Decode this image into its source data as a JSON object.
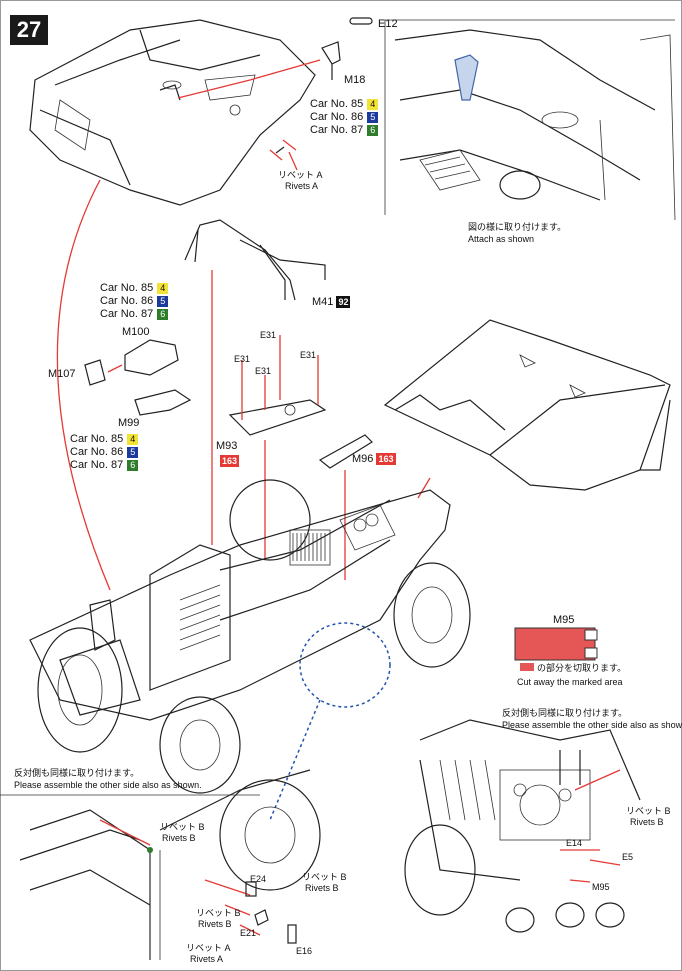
{
  "step": {
    "number": "27"
  },
  "top_left": {
    "part_e12": "E12",
    "part_m18": "M18",
    "car_list": [
      {
        "label": "Car No. 85",
        "code": "4",
        "color": "#f2e234"
      },
      {
        "label": "Car No. 86",
        "code": "5",
        "color": "#1c3a9c"
      },
      {
        "label": "Car No. 87",
        "code": "6",
        "color": "#2e7c2c"
      }
    ],
    "rivets_jp": "リベット A",
    "rivets_en": "Rivets A"
  },
  "top_right": {
    "note_jp": "図の様に取り付けます。",
    "note_en": "Attach as shown"
  },
  "middle_left": {
    "car_list_1": [
      {
        "label": "Car No. 85",
        "code": "4"
      },
      {
        "label": "Car No. 86",
        "code": "5"
      },
      {
        "label": "Car No. 87",
        "code": "6"
      }
    ],
    "part_m100": "M100",
    "part_m107": "M107",
    "part_m99": "M99",
    "car_list_2": [
      {
        "label": "Car No. 85",
        "code": "4"
      },
      {
        "label": "Car No. 86",
        "code": "5"
      },
      {
        "label": "Car No. 87",
        "code": "6"
      }
    ]
  },
  "middle": {
    "part_m41": "M41",
    "part_m41_badge": "92",
    "part_e31_a": "E31",
    "part_e31_b": "E31",
    "part_e31_c": "E31",
    "part_e31_d": "E31",
    "part_m93": "M93",
    "part_m93_badge": "163",
    "part_m96": "M96",
    "part_m96_badge": "163"
  },
  "cut_note": {
    "part_m95": "M95",
    "note_jp": "の部分を切取ります。",
    "note_en": "Cut away the marked area"
  },
  "bottom_left": {
    "note_jp": "反対側も同様に取り付けます。",
    "note_en": "Please assemble the other side also as shown.",
    "rivets_b1_jp": "リベット B",
    "rivets_b1_en": "Rivets B",
    "rivets_b2_jp": "リベット B",
    "rivets_b2_en": "Rivets B",
    "rivets_b3_jp": "リベット B",
    "rivets_b3_en": "Rivets B",
    "rivets_a_jp": "リベット A",
    "rivets_a_en": "Rivets A",
    "part_e24": "E24",
    "part_e21": "E21",
    "part_e16": "E16"
  },
  "bottom_right": {
    "note_jp": "反対側も同様に取り付けます。",
    "note_en": "Please assemble the other side also as shown.",
    "rivets_jp": "リベット B",
    "rivets_en": "Rivets B",
    "part_e14": "E14",
    "part_e5": "E5",
    "part_m95": "M95"
  }
}
